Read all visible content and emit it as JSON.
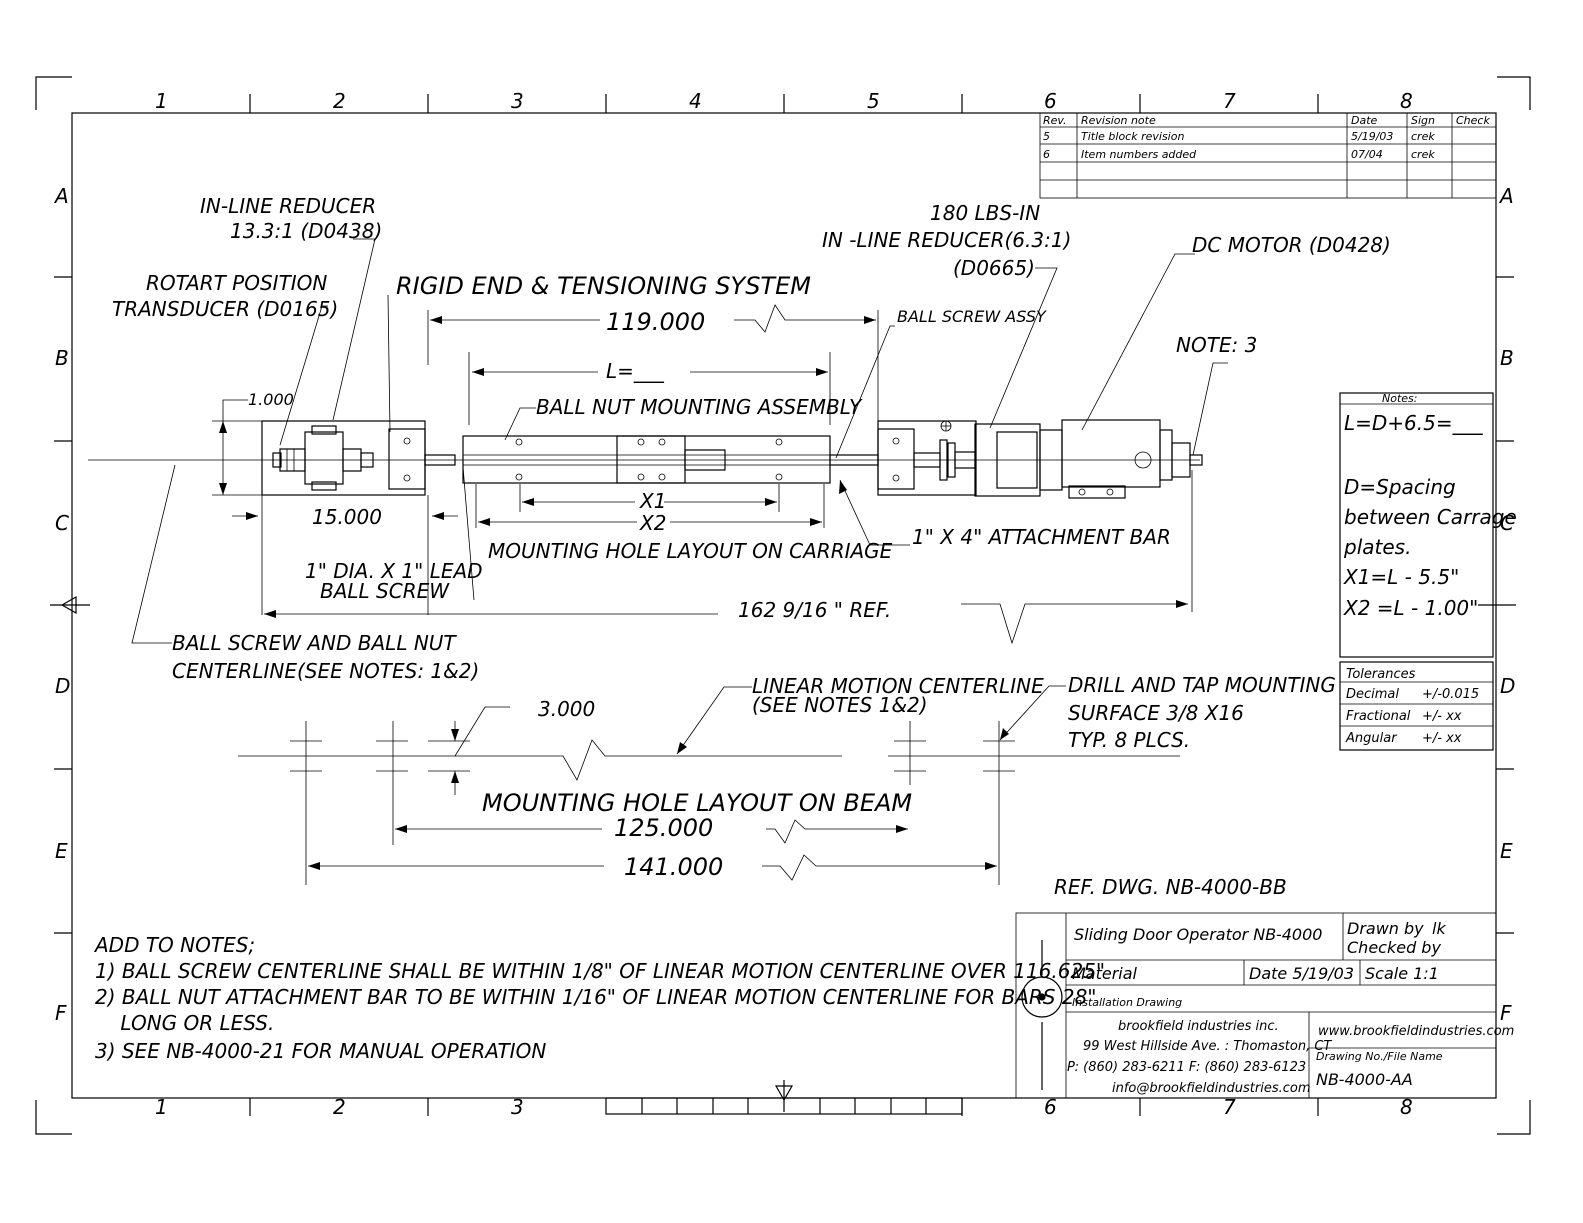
{
  "grid": {
    "columns": [
      "1",
      "2",
      "3",
      "4",
      "5",
      "6",
      "7",
      "8"
    ],
    "rows": [
      "A",
      "B",
      "C",
      "D",
      "E",
      "F"
    ]
  },
  "revisions": {
    "headers": [
      "Rev.",
      "Revision note",
      "Date",
      "Sign",
      "Check"
    ],
    "rows": [
      [
        "5",
        "Title block revision",
        "5/19/03",
        "crek",
        ""
      ],
      [
        "6",
        "Item numbers added",
        "07/04",
        "crek",
        ""
      ]
    ]
  },
  "labels": {
    "inline_reducer_1": "IN-LINE REDUCER",
    "inline_reducer_1b": "13.3:1 (D0438)",
    "rotary_1": "ROTART POSITION",
    "rotary_2": "TRANSDUCER (D0165)",
    "rigid_end": "RIGID END & TENSIONING SYSTEM",
    "dim_119": "119.000",
    "l_eq": "L=___",
    "ball_nut_mount": "BALL NUT MOUNTING ASSEMBLY",
    "dim_1000": "1.000",
    "dim_15000": "15.000",
    "x1": "X1",
    "x2": "X2",
    "mh_carriage": "MOUNTING HOLE LAYOUT ON CARRIAGE",
    "attach_bar": "1\" X 4\" ATTACHMENT BAR",
    "lead_1": "1\" DIA. X 1\" LEAD",
    "lead_2": "BALL SCREW",
    "dim_162": "162  9/16 \" REF.",
    "centerline_1": "BALL SCREW AND BALL NUT",
    "centerline_2": "CENTERLINE(SEE NOTES: 1&2)",
    "reducer2_1": "180 LBS-IN",
    "reducer2_2": "IN -LINE REDUCER(6.3:1)",
    "reducer2_3": "(D0665)",
    "dc_motor": "DC MOTOR (D0428)",
    "ball_screw_assy": "BALL SCREW ASSY",
    "note3": "NOTE: 3",
    "dim_3000": "3.000",
    "lmc_1": "LINEAR MOTION CENTERLINE",
    "lmc_2": "(SEE NOTES 1&2)",
    "drill_1": "DRILL AND TAP MOUNTING",
    "drill_2": "SURFACE 3/8 X16",
    "drill_3": "TYP. 8 PLCS.",
    "mh_beam": "MOUNTING HOLE LAYOUT ON BEAM",
    "dim_125": "125.000",
    "dim_141": "141.000",
    "ref_dwg": "REF. DWG. NB-4000-BB"
  },
  "notes_box": {
    "title": "Notes:",
    "lines": [
      "L=D+6.5=___",
      "D=Spacing",
      "between Carrage",
      "plates.",
      "X1=L - 5.5\"",
      "X2 =L - 1.00\""
    ]
  },
  "tolerances": {
    "title": "Tolerances",
    "rows": [
      [
        "Decimal",
        "+/-0.015"
      ],
      [
        "Fractional",
        "+/- xx"
      ],
      [
        "Angular",
        "+/- xx"
      ]
    ]
  },
  "add_notes": [
    "ADD TO NOTES;",
    "1) BALL SCREW CENTERLINE SHALL BE WITHIN 1/8\" OF LINEAR MOTION CENTERLINE OVER 116.625\"",
    "2) BALL NUT ATTACHMENT BAR TO BE WITHIN 1/16\" OF LINEAR MOTION CENTERLINE FOR BARS 28\"",
    "    LONG OR LESS.",
    "3) SEE NB-4000-21 FOR MANUAL OPERATION"
  ],
  "title_block": {
    "title": "Sliding Door Operator NB-4000",
    "drawn_by": "Drawn by",
    "drawn_by_val": "lk",
    "checked_by": "Checked by",
    "material": "Material",
    "date": "Date 5/19/03",
    "scale": "Scale 1:1",
    "type": "Installation Drawing",
    "company": "brookfield industries inc.",
    "address": "99 West Hillside Ave. : Thomaston, CT",
    "phone": "P: (860) 283-6211  F: (860) 283-6123",
    "email": "info@brookfieldindustries.com",
    "website": "www.brookfieldindustries.com",
    "drawing_no_label": "Drawing No./File Name",
    "drawing_no": "NB-4000-AA"
  }
}
